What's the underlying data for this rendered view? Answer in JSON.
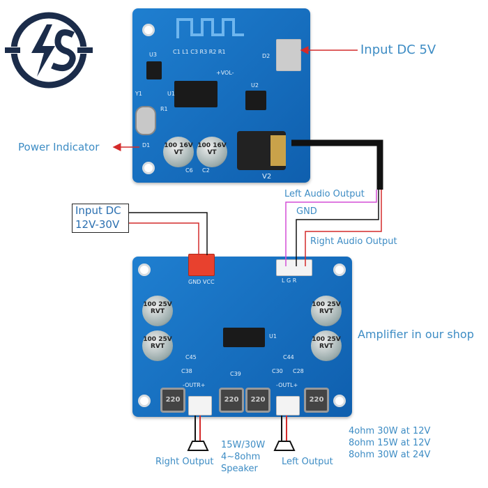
{
  "labels": {
    "input_5v": "Input DC 5V",
    "power_indicator": "Power Indicator",
    "left_audio": "Left Audio Output",
    "gnd": "GND",
    "right_audio": "Right Audio Output",
    "input_dc_line1": "Input DC",
    "input_dc_line2": "12V-30V",
    "amplifier": "Amplifier in our shop",
    "right_output": "Right Output",
    "left_output": "Left Output",
    "speaker_line1": "15W/30W",
    "speaker_line2": "4~8ohm",
    "speaker_line3": "Speaker",
    "spec_1": "4ohm 30W at 12V",
    "spec_2": "8ohm 15W at 12V",
    "spec_3": "8ohm 30W at 24V"
  },
  "top_board": {
    "silk": [
      "C1 L1 C3 R3 R2 R1",
      "U3",
      "U1",
      "U2",
      "+VOL-",
      "R1",
      "Y1",
      "D1",
      "C6",
      "C2",
      "V2",
      "D2"
    ],
    "cap_text": "100 16V VT"
  },
  "bottom_board": {
    "power_conn": "GND VCC",
    "audio_conn": "L G R",
    "out_r": "-OUTR+",
    "out_l": "-OUTL+",
    "cap_text": "100 25V RVT",
    "inductor": "220",
    "silk": [
      "C45",
      "C44",
      "U1",
      "C38",
      "C39",
      "C30",
      "C28"
    ]
  },
  "colors": {
    "label": "#3d8cc4",
    "wire_red": "#d42a2a",
    "wire_magenta": "#d34fd6",
    "wire_black": "#111111",
    "pcb": "#1570c0"
  }
}
